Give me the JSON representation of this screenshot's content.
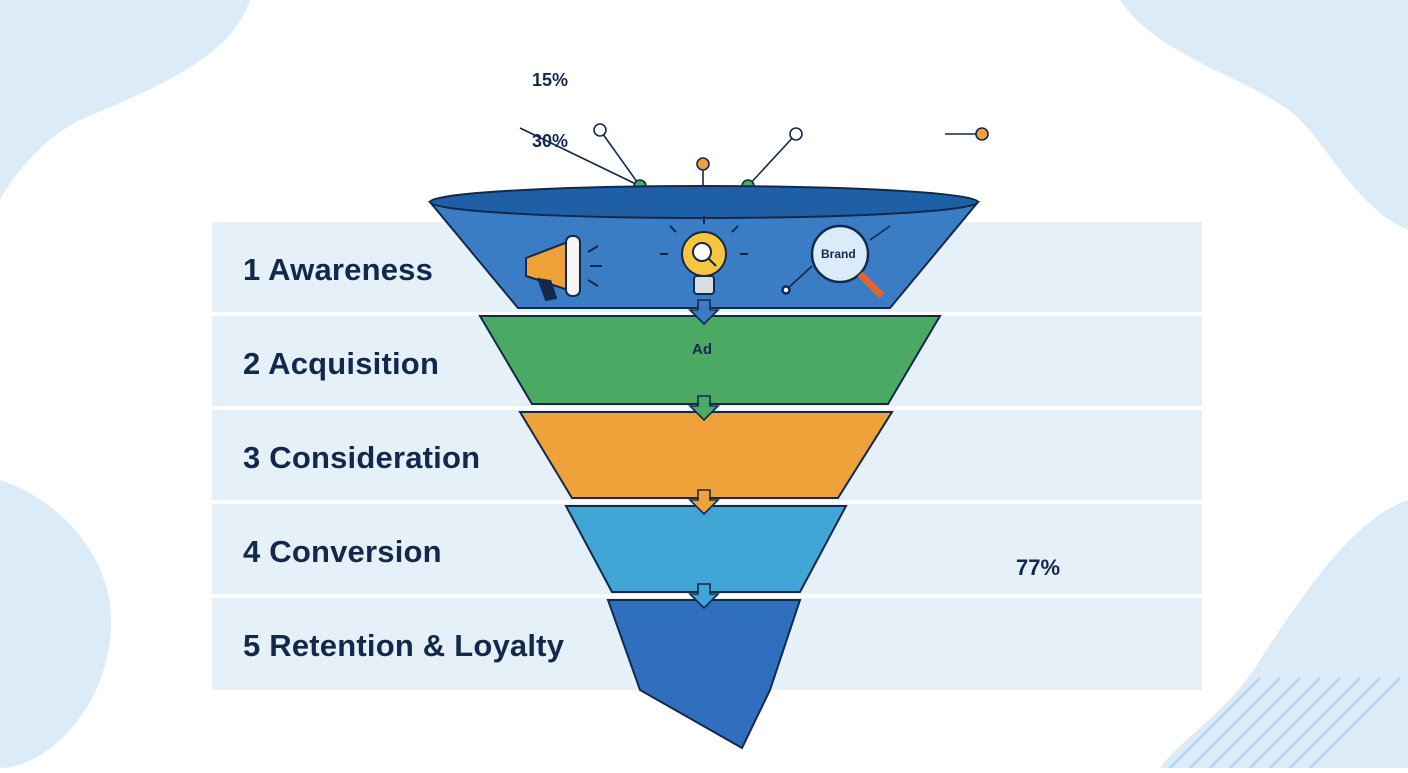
{
  "funnel": {
    "stages": [
      {
        "label": "1 Awareness"
      },
      {
        "label": "2 Acquisition"
      },
      {
        "label": "3 Consideration"
      },
      {
        "label": "4 Conversion"
      },
      {
        "label": "5 Retention & Loyalty"
      }
    ],
    "colors": [
      "#3b7dc4",
      "#4aaa64",
      "#f0a23a",
      "#3fa6d6",
      "#2f6fbd"
    ]
  },
  "dashboard_panels": {
    "pie_panel_top_label": "15%",
    "pie_panel_bottom_label": "30%"
  },
  "icons": {
    "brand_magnifier_label": "Brand",
    "ad_label": "Ad",
    "conversion_donut_label": "77%"
  },
  "palette": {
    "navy": "#13294b",
    "blue": "#3b7dc4",
    "green": "#4aaa64",
    "orange": "#f0a23a",
    "light_band": "#e5f0f9"
  }
}
